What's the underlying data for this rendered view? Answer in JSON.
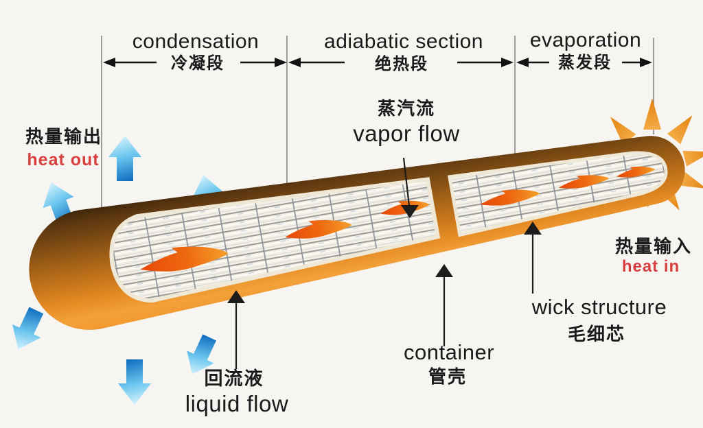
{
  "sections": [
    {
      "en": "condensation",
      "zh": "冷凝段"
    },
    {
      "en": "adiabatic section",
      "zh": "绝热段"
    },
    {
      "en": "evaporation",
      "zh": "蒸发段"
    }
  ],
  "labels": {
    "heat_out_zh": "热量输出",
    "heat_out_en": "heat out",
    "vapor_zh": "蒸汽流",
    "vapor_en": "vapor flow",
    "heat_in_zh": "热量输入",
    "heat_in_en": "heat in",
    "wick_en": "wick structure",
    "wick_zh": "毛细芯",
    "container_en": "container",
    "container_zh": "管壳",
    "liquid_zh": "回流液",
    "liquid_en": "liquid flow"
  },
  "colors": {
    "background": "#f7f5f1",
    "text": "#1a1a1a",
    "heat_text_red": "#d84040",
    "pipe_dark_brown": "#301d05",
    "pipe_orange": "#ec9126",
    "mesh_light": "#f4f0e5",
    "flame_orange": "#e84b0a",
    "heat_arrow_blue": "#0e6cbe",
    "ray_orange": "#eb9226",
    "pointer_black": "#1c1c1c"
  }
}
